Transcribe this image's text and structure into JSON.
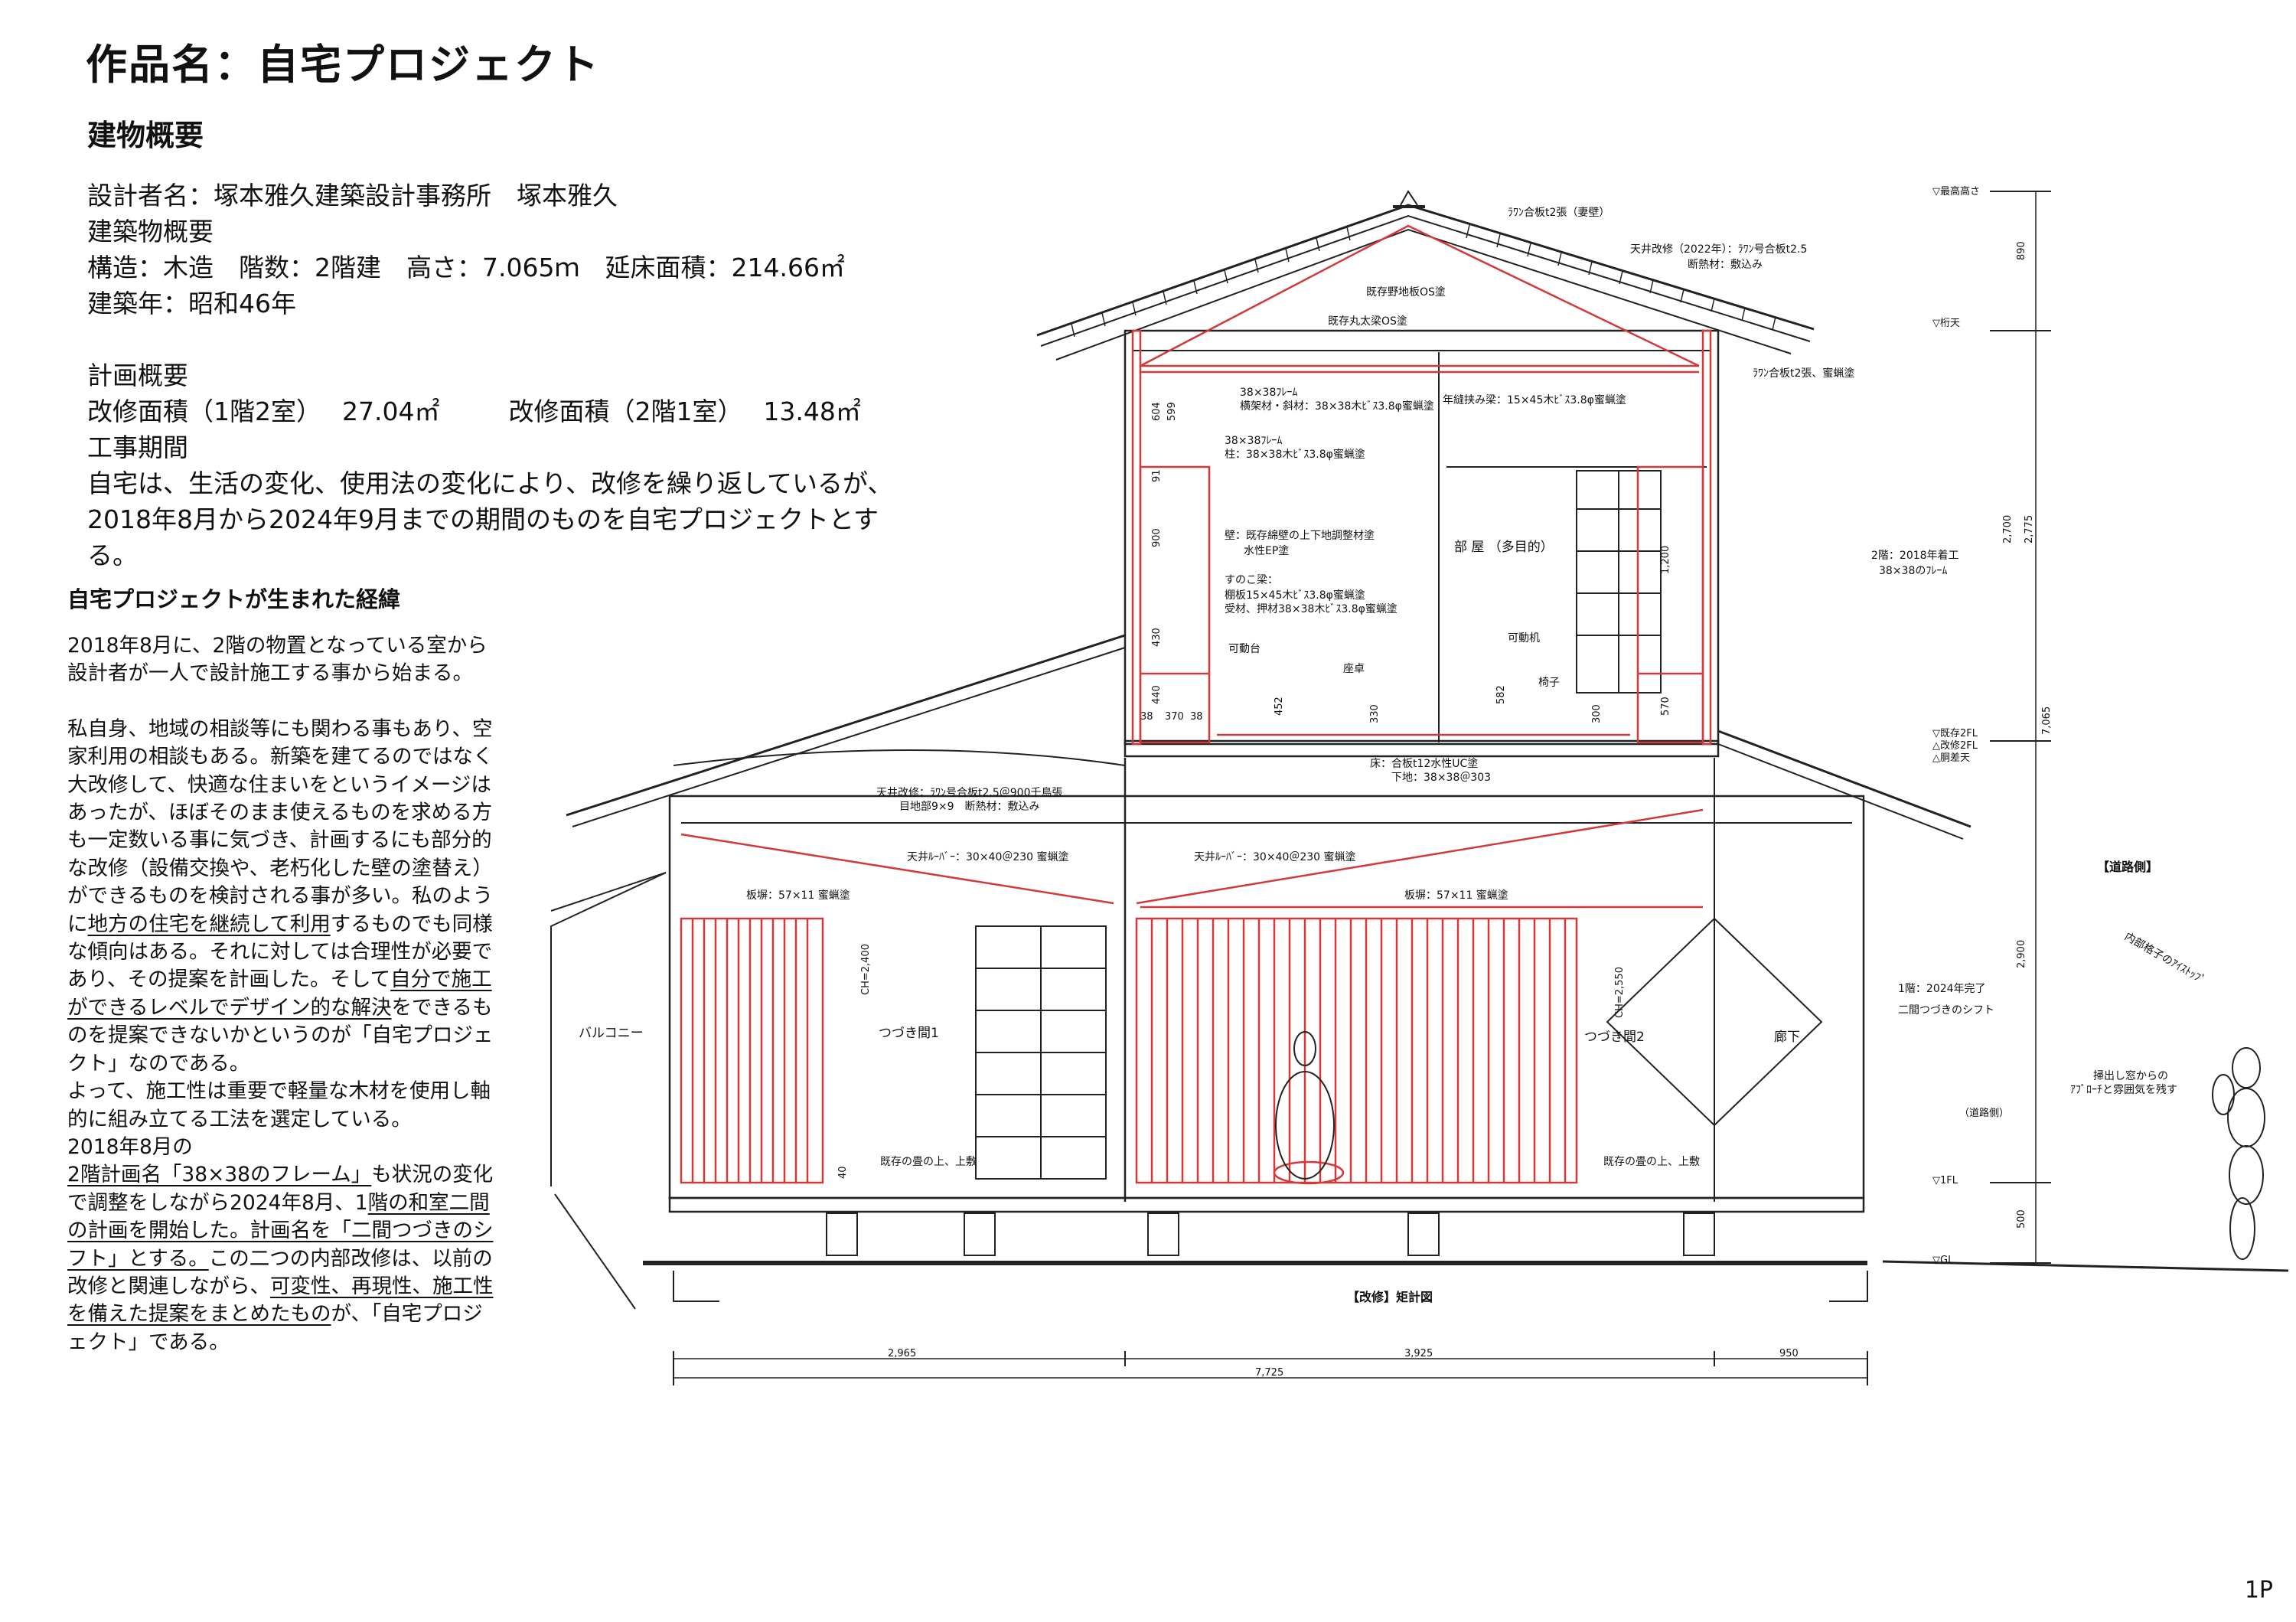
{
  "title": "作品名：自宅プロジェクト",
  "section_heading": "建物概要",
  "overview": {
    "designer": "設計者名：塚本雅久建築設計事務所　塚本雅久",
    "building_heading": "建築物概要",
    "structure": "構造：木造　階数：2階建　高さ：7.065ｍ　延床面積：214.66㎡",
    "built_year": "建築年：昭和46年",
    "plan_heading": "計画概要",
    "renovation_area_1f": "改修面積（1階2室）　 27.04㎡",
    "renovation_area_2f": "改修面積（2階1室）　 13.48㎡",
    "period_heading": "工事期間",
    "period_text": "自宅は、生活の変化、使用法の変化により、改修を繰り返しているが、2018年8月から2024年9月までの期間のものを自宅プロジェクトとする。"
  },
  "story": {
    "heading": "自宅プロジェクトが生まれた経緯",
    "p1": "2018年8月に、2階の物置となっている室から設計者が一人で設計施工する事から始まる。",
    "p2a": "私自身、地域の相談等にも関わる事もあり、空家利用の相談もある。新築を建てるのではなく大改修して、快適な住まいをというイメージはあったが、ほぼそのまま使えるものを求める方も一定数いる事に気づき、計画するにも部分的な改修（設備交換や、老朽化した壁の塗替え）ができるものを検討される事が多い。私のように",
    "p2u1": "地方の住宅を継続して利用",
    "p2b": "するものでも同様な傾向はある。それに対しては合理性が必要であり、その提案を計画した。そして",
    "p2u2": "自分で施工ができるレベルでデザイン的な解決",
    "p2c": "をできるものを提案できないかというのが「自宅プロジェクト」なのである。",
    "p3": "よって、施工性は重要で軽量な木材を使用し軸的に組み立てる工法を選定している。",
    "p4a": "2018年8月の",
    "p4u1": "2階計画名「38×38のフレーム」",
    "p4b": "も状況の変化で調整をしながら2024年8月、1",
    "p4u2": "階の和室二間の計画を開始した。計画名を「二間つづきのシフト」とする。",
    "p4c": "この二つの内部改修は、以前の改修と関連しながら、",
    "p4u3": "可変性、再現性、施工性を備えた提案をまとめたもの",
    "p4d": "が、「自宅プロジェクト」である。"
  },
  "drawing": {
    "caption": "【改修】矩計図",
    "roadside": "【道路側】",
    "roadside_small": "（道路側）",
    "levels": {
      "max": "▽最高高さ",
      "keta": "▽桁天",
      "f2a": "▽既存2FL",
      "f2b": "△改修2FL",
      "dosa": "△胴差天",
      "f1": "▽1FL",
      "gl": "▽GL"
    },
    "rooms": {
      "room": "部 屋 （多目的）",
      "tsuzuki1": "つづき間1",
      "tsuzuki2": "つづき間2",
      "balcony": "バルコニー",
      "corridor": "廊下"
    },
    "notes": {
      "n1": "ﾗﾜﾝ合板t2張（妻壁）",
      "n2": "天井改修（2022年）：ﾗﾜﾝ号合板t2.5",
      "n2b": "断熱材：敷込み",
      "n3": "既存野地板OS塗",
      "n4": "既存丸太梁OS塗",
      "n5": "ﾗﾜﾝ合板t2張、蜜蝋塗",
      "n6": "38×38ﾌﾚｰﾑ",
      "n6b": "横架材・斜材：38×38木ﾋﾞｽ3.8φ蜜蝋塗",
      "n7": "年縫挟み梁：15×45木ﾋﾞｽ3.8φ蜜蝋塗",
      "n8": "38×38ﾌﾚｰﾑ",
      "n8b": "柱：38×38木ﾋﾞｽ3.8φ蜜蝋塗",
      "n9": "壁：既存綿壁の上下地調整材塗",
      "n9b": "水性EP塗",
      "n10": "すのこ梁：",
      "n10b": "棚板15×45木ﾋﾞｽ3.8φ蜜蝋塗",
      "n10c": "受材、押材38×38木ﾋﾞｽ3.8φ蜜蝋塗",
      "n11": "可動台",
      "n12": "座卓",
      "n13": "可動机",
      "n14": "椅子",
      "n15": "床：合板t12水性UC塗",
      "n15b": "下地：38×38＠303",
      "n16": "天井改修：ﾗﾜﾝ号合板t2.5＠900千鳥張",
      "n16b": "目地部9×9　断熱材：敷込み",
      "n17": "天井ﾙｰﾊﾞｰ：30×40＠230 蜜蝋塗",
      "n18": "天井ﾙｰﾊﾞｰ：30×40＠230 蜜蝋塗",
      "n19": "板塀：57×11 蜜蝋塗",
      "n20": "板塀：57×11 蜜蝋塗",
      "n21": "既存の畳の上、上敷",
      "n22": "既存の畳の上、上敷",
      "n23": "2階：2018年着工",
      "n23b": "38×38のﾌﾚｰﾑ",
      "n24": "1階：2024年完了",
      "n24b": "二間つづきのシフト",
      "n25": "内部格子のｱｲｽﾄｯﾌﾟ",
      "n26": "掃出し窓からの",
      "n26b": "ｱﾌﾟﾛｰﾁと雰囲気を残す"
    },
    "dims": {
      "d890": "890",
      "d2700": "2,700",
      "d2775": "2,775",
      "d7065": "7,065",
      "d2900": "2,900",
      "d500": "500",
      "d604": "604",
      "d599": "599",
      "d91": "91",
      "d900": "900",
      "d430": "430",
      "d440": "440",
      "d1200": "1,200",
      "d570": "570",
      "d582": "582",
      "d452": "452",
      "d330": "330",
      "d300": "300",
      "d38a": "38",
      "d370": "370",
      "d38b": "38",
      "ch2400": "CH=2,400",
      "ch2550": "CH=2,550",
      "d40": "40",
      "w2965": "2,965",
      "w3925": "3,925",
      "w950": "950",
      "w7725": "7,725"
    }
  },
  "page_number": "1P",
  "colors": {
    "red": "#d23a3a",
    "line": "#222222"
  }
}
